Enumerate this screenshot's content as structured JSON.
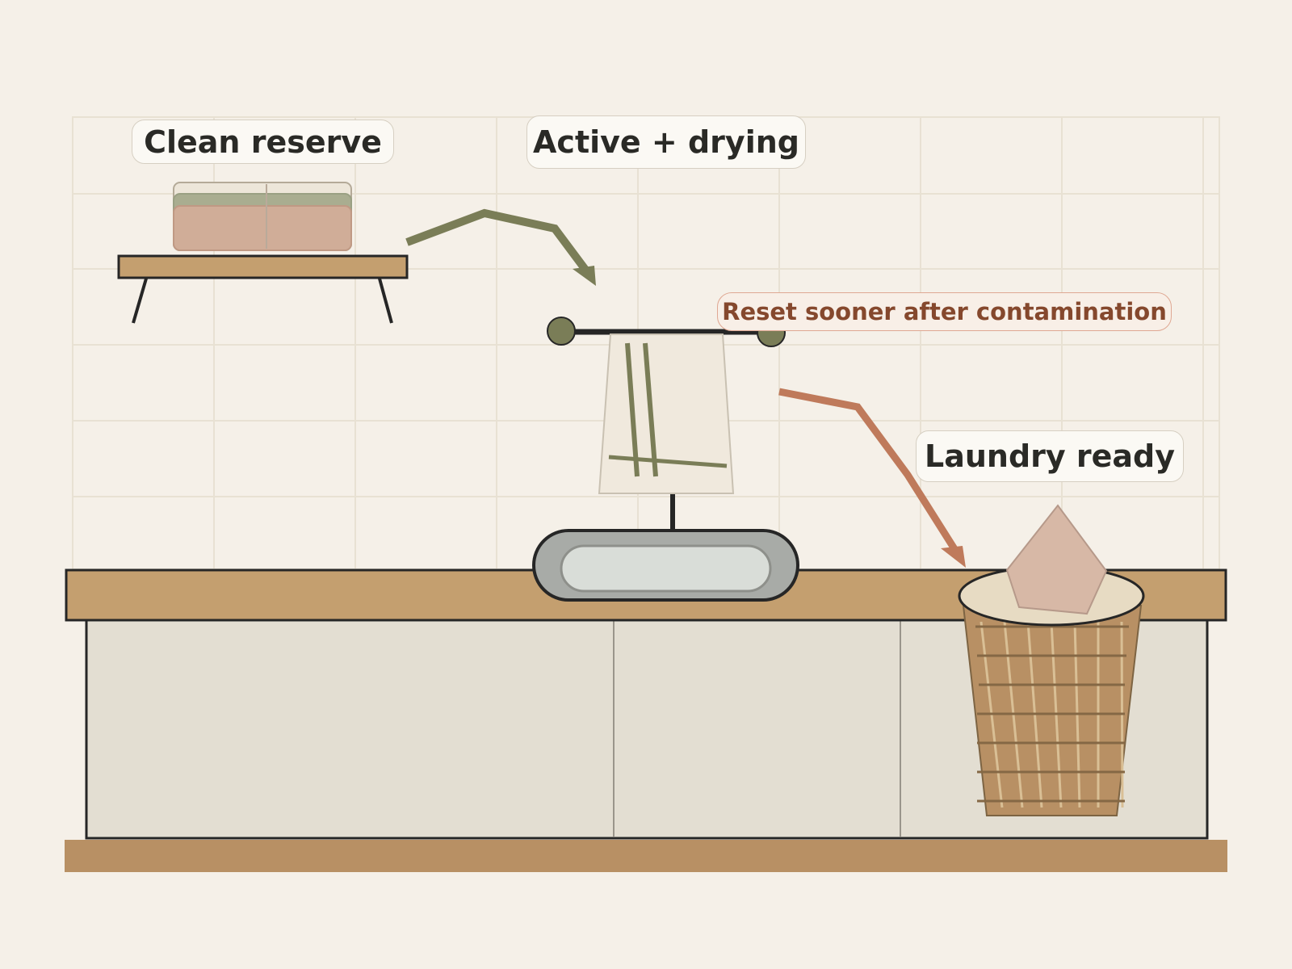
{
  "labels": {
    "clean_reserve": "Clean reserve",
    "active_drying": "Active + drying",
    "reset_note": "Reset sooner after contamination",
    "laundry_ready": "Laundry ready"
  },
  "colors": {
    "background": "#f5f0e8",
    "wood": "#c49f6f",
    "cabinet": "#e3ded2",
    "olive": "#7a7d57",
    "terracotta": "#bf7a5b",
    "warn_text": "#85482d",
    "outline": "#262626"
  },
  "icons": [
    "shelf-icon",
    "folded-towels-icon",
    "towel-bar-icon",
    "hanging-towel-icon",
    "sink-icon",
    "laundry-basket-icon",
    "dirty-towel-icon",
    "flow-arrow-icon"
  ]
}
